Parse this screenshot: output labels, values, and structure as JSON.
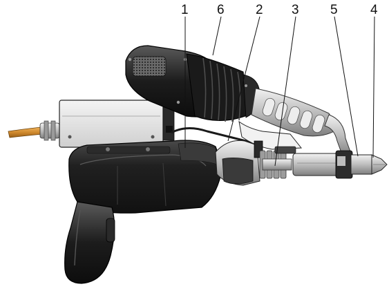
{
  "diagram": {
    "callouts": [
      {
        "id": "c1",
        "text": "1"
      },
      {
        "id": "c6",
        "text": "6"
      },
      {
        "id": "c2",
        "text": "2"
      },
      {
        "id": "c3",
        "text": "3"
      },
      {
        "id": "c5",
        "text": "5"
      },
      {
        "id": "c4",
        "text": "4"
      }
    ]
  },
  "colors": {
    "body_dark": "#1c1c1c",
    "body_mid": "#3a3a3a",
    "metal_light": "#d9d9d9",
    "metal_mid": "#a6a6a6",
    "brass": "#d08a2e"
  }
}
